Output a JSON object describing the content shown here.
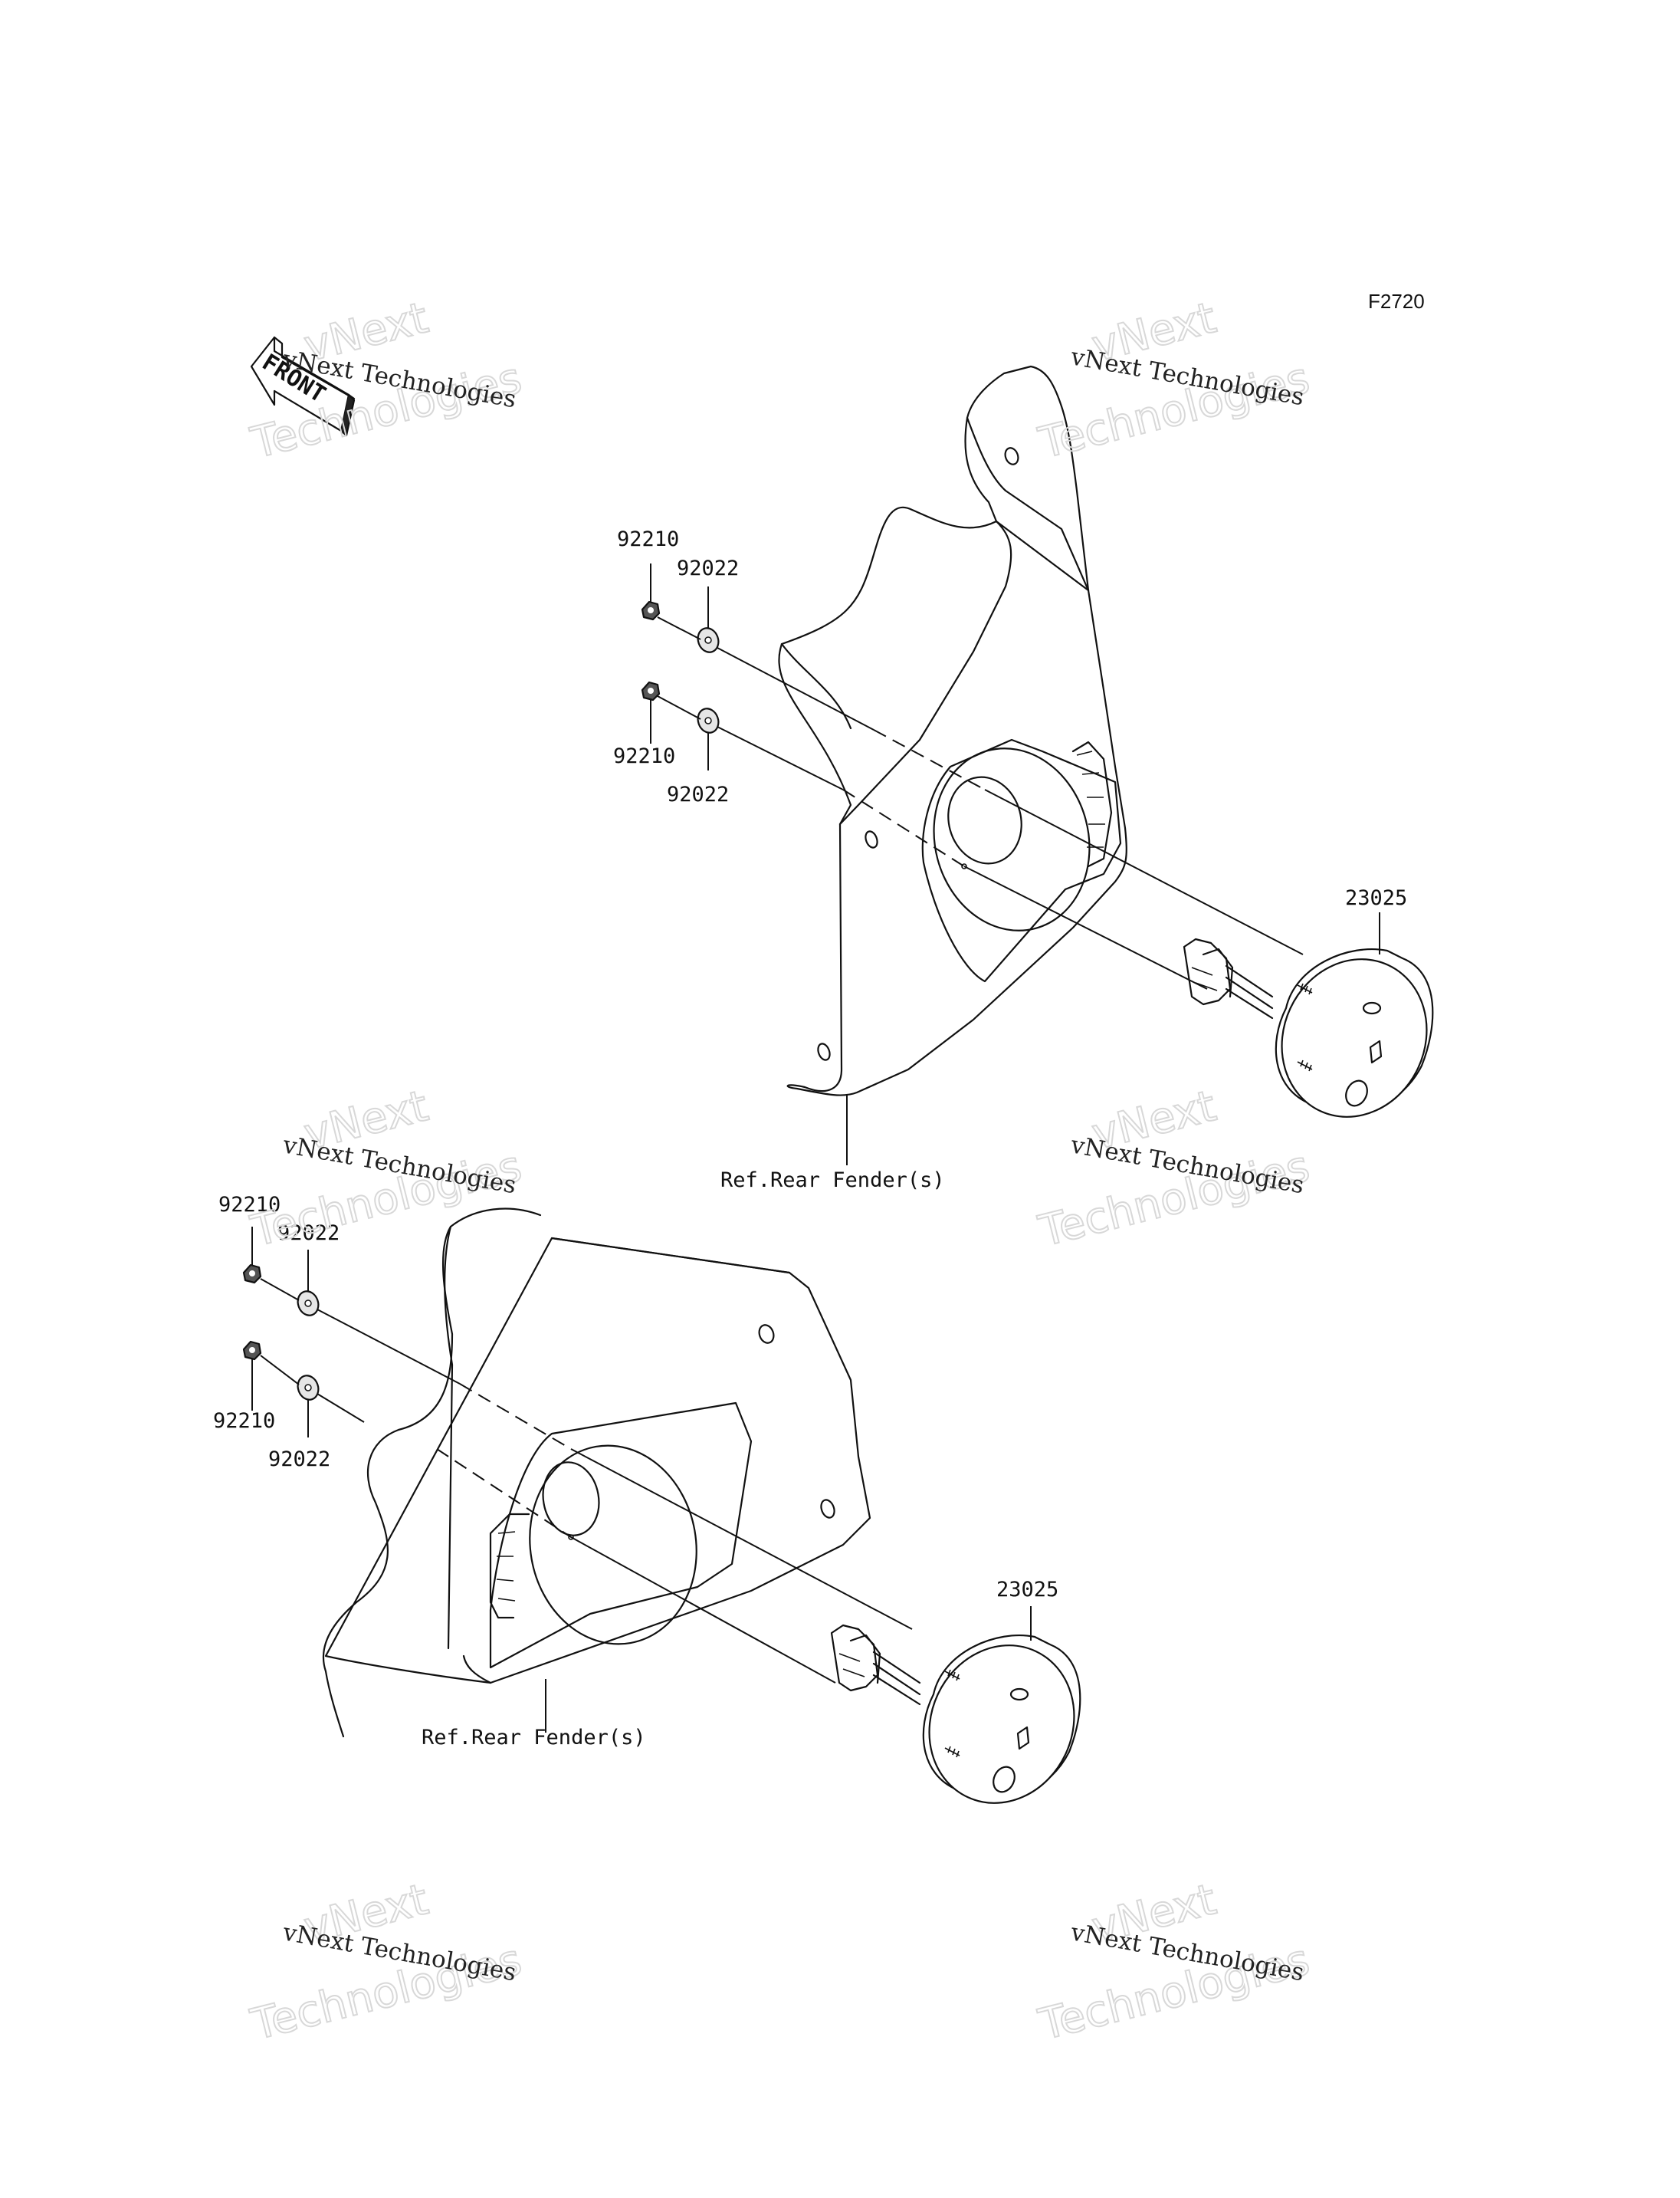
{
  "diagram_code": "F2720",
  "front_arrow_label": "FRONT",
  "watermark": {
    "small": "vNext Technologies",
    "big_line1": "vNext",
    "big_line2": "Technologies"
  },
  "assembly_top": {
    "nut_upper": "92210",
    "washer_upper": "92022",
    "nut_lower": "92210",
    "washer_lower": "92022",
    "light": "23025",
    "ref_label": "Ref.Rear Fender(s)"
  },
  "assembly_bottom": {
    "nut_upper": "92210",
    "washer_upper": "92022",
    "nut_lower": "92210",
    "washer_lower": "92022",
    "light": "23025",
    "ref_label": "Ref.Rear Fender(s)"
  }
}
